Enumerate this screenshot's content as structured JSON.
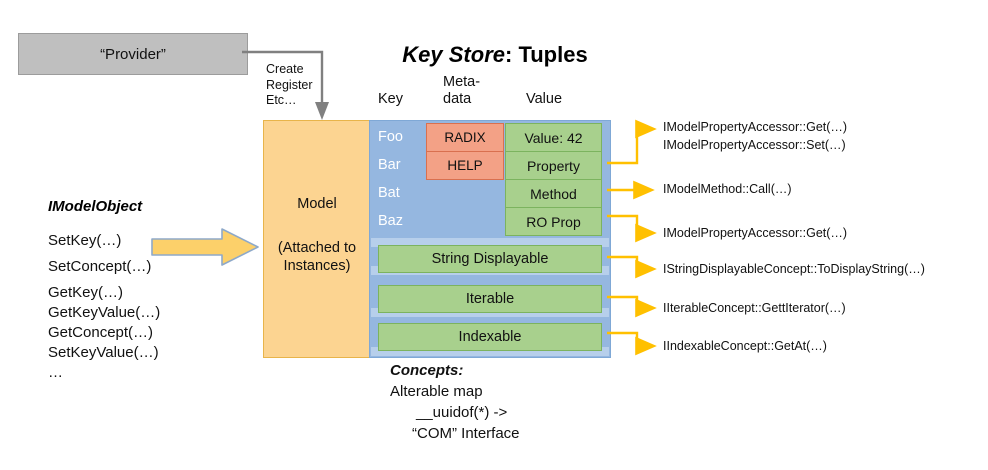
{
  "title": {
    "emphasis": "Key Store",
    "rest": ": Tuples"
  },
  "provider": {
    "label": "“Provider”"
  },
  "provider_arrow": {
    "lines": [
      "Create",
      "Register",
      "Etc…"
    ]
  },
  "columns": {
    "key": "Key",
    "metadata_line1": "Meta-",
    "metadata_line2": "data",
    "value": "Value"
  },
  "model": {
    "title": "Model",
    "subtitle_line1": "(Attached to",
    "subtitle_line2": "Instances)"
  },
  "tuples": {
    "keys": [
      "Foo",
      "Bar",
      "Bat",
      "Baz"
    ],
    "metadata": [
      "RADIX",
      "HELP"
    ],
    "values": [
      "Value: 42",
      "Property",
      "Method",
      "RO Prop"
    ]
  },
  "concept_bars": [
    "String Displayable",
    "Iterable",
    "Indexable"
  ],
  "imodelobject": {
    "title": "IModelObject",
    "methods": [
      "SetKey(…)",
      "SetConcept(…)",
      "GetKey(…)",
      "GetKeyValue(…)",
      "GetConcept(…)",
      "SetKeyValue(…)",
      "…"
    ]
  },
  "concepts_note": {
    "heading": "Concepts:",
    "line1": "Alterable map",
    "line2": "__uuidof(*) ->",
    "line3": "“COM” Interface"
  },
  "annotations": [
    "IModelPropertyAccessor::Get(…)",
    "IModelPropertyAccessor::Set(…)",
    "IModelMethod::Call(…)",
    "IModelPropertyAccessor::Get(…)",
    "IStringDisplayableConcept::ToDisplayString(…)",
    "IIterableConcept::GettIterator(…)",
    "IIndexableConcept::GetAt(…)"
  ],
  "colors": {
    "provider_fill": "#bfbfbf",
    "model_fill": "#fcd491",
    "tuple_panel_fill": "#95b7e0",
    "metadata_fill": "#f3a186",
    "value_fill": "#a8d08d",
    "arrow_accent": "#ffc000",
    "gray_connector": "#808080"
  }
}
